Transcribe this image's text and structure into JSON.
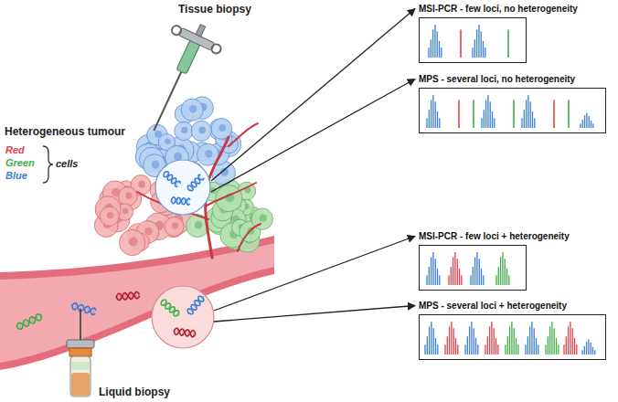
{
  "diagram": {
    "nodes": [
      {
        "text": [
          "MSI-PCR - few loci, no heterogeneity"
        ]
      },
      {
        "text": [
          "MPS - several loci, no heterogeneity"
        ]
      },
      {
        "text": [
          "MSI-PCR - few loci + heterogeneity"
        ]
      },
      {
        "text": [
          "MPS - several loci + heterogeneity"
        ]
      }
    ],
    "labels": [
      "Tissue biopsy",
      "Heterogeneous tumour",
      "Red",
      "Green",
      "Blue",
      "cells",
      "Liquid biopsy"
    ]
  }
}
